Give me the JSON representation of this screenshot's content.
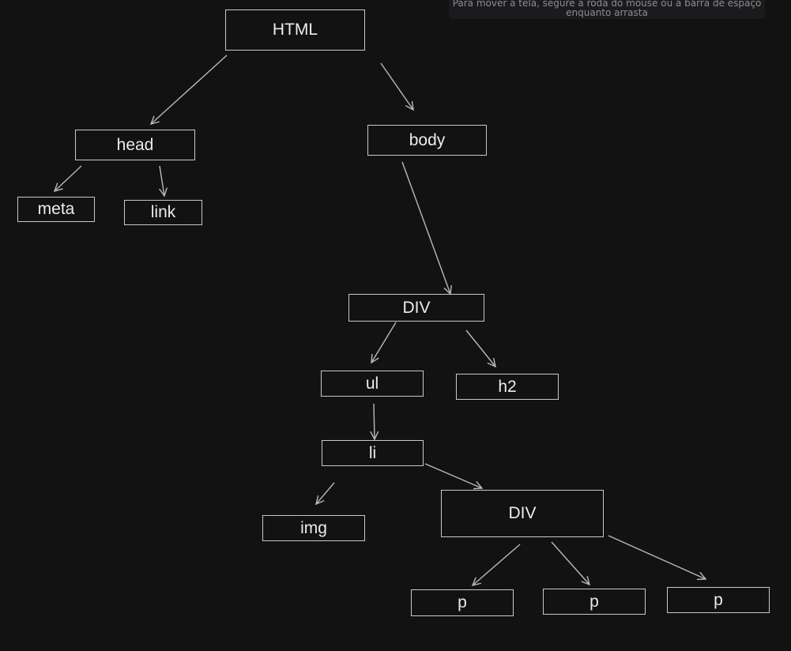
{
  "hint": {
    "line1": "Para mover a tela, segure a roda do mouse ou a barra de espaço",
    "line2": "enquanto arrasta"
  },
  "nodes": {
    "html": "HTML",
    "head": "head",
    "body": "body",
    "meta": "meta",
    "link": "link",
    "div1": "DIV",
    "ul": "ul",
    "h2": "h2",
    "li": "li",
    "img": "img",
    "div2": "DIV",
    "p1": "p",
    "p2": "p",
    "p3": "p"
  },
  "colors": {
    "background": "#121212",
    "stroke": "#c9c9c9",
    "text": "#ececec"
  }
}
